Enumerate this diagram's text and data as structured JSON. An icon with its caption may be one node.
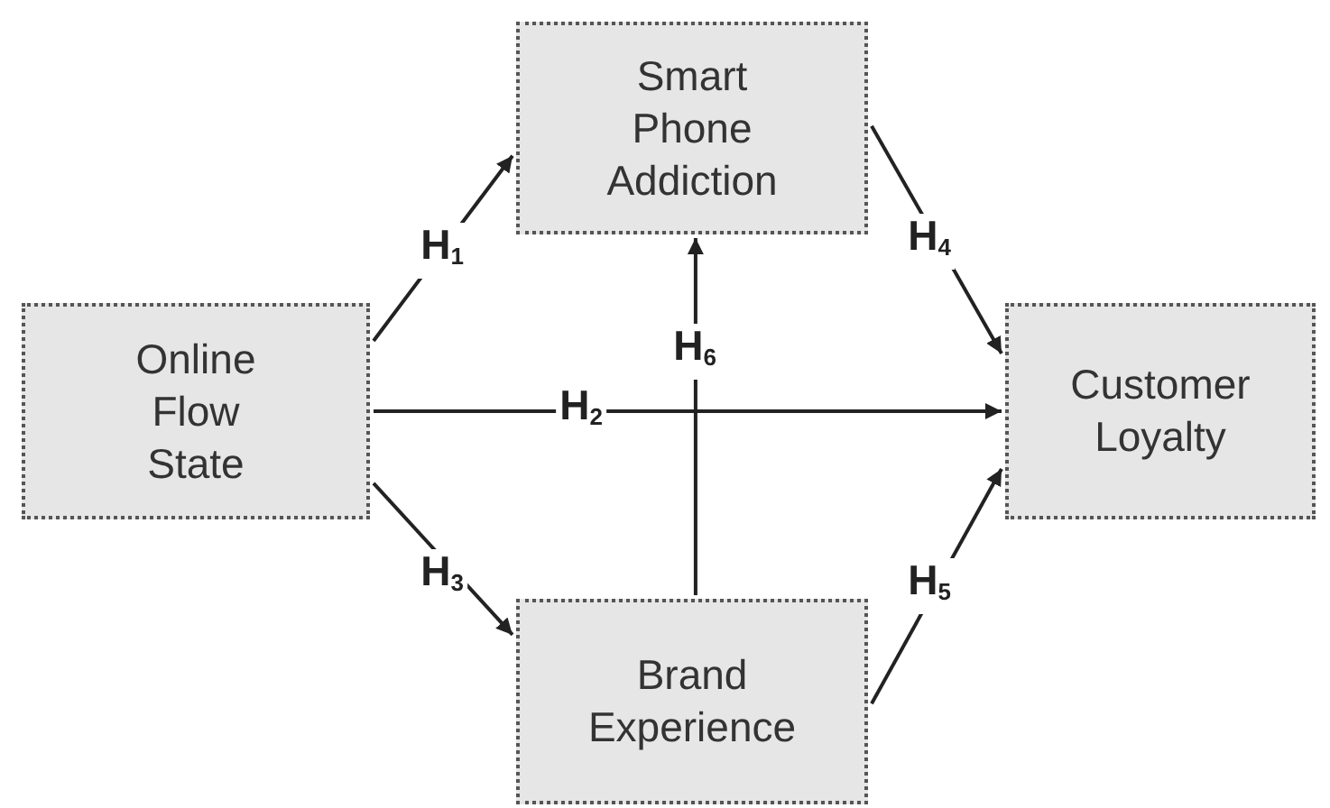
{
  "diagram": {
    "nodes": [
      {
        "text": [
          "Smart Phone Addiction"
        ]
      },
      {
        "text": [
          "Online Flow State"
        ]
      },
      {
        "text": [
          "Customer Loyalty"
        ]
      },
      {
        "text": [
          "Brand Experience"
        ]
      }
    ],
    "edges": [
      {
        "from": 1,
        "to": 0,
        "arrow": "to",
        "label": "H$_{1}$"
      },
      {
        "from": 1,
        "to": 2,
        "arrow": "to",
        "label": "H$_{2}$"
      },
      {
        "from": 1,
        "to": 3,
        "arrow": "to",
        "label": "H$_{3}$"
      },
      {
        "from": 0,
        "to": 2,
        "arrow": "to",
        "label": "H$_{4}$"
      },
      {
        "from": 3,
        "to": 2,
        "arrow": "to",
        "label": "H$_{5}$"
      },
      {
        "from": 3,
        "to": 0,
        "arrow": "to",
        "label": "H$_{6}$"
      }
    ]
  }
}
